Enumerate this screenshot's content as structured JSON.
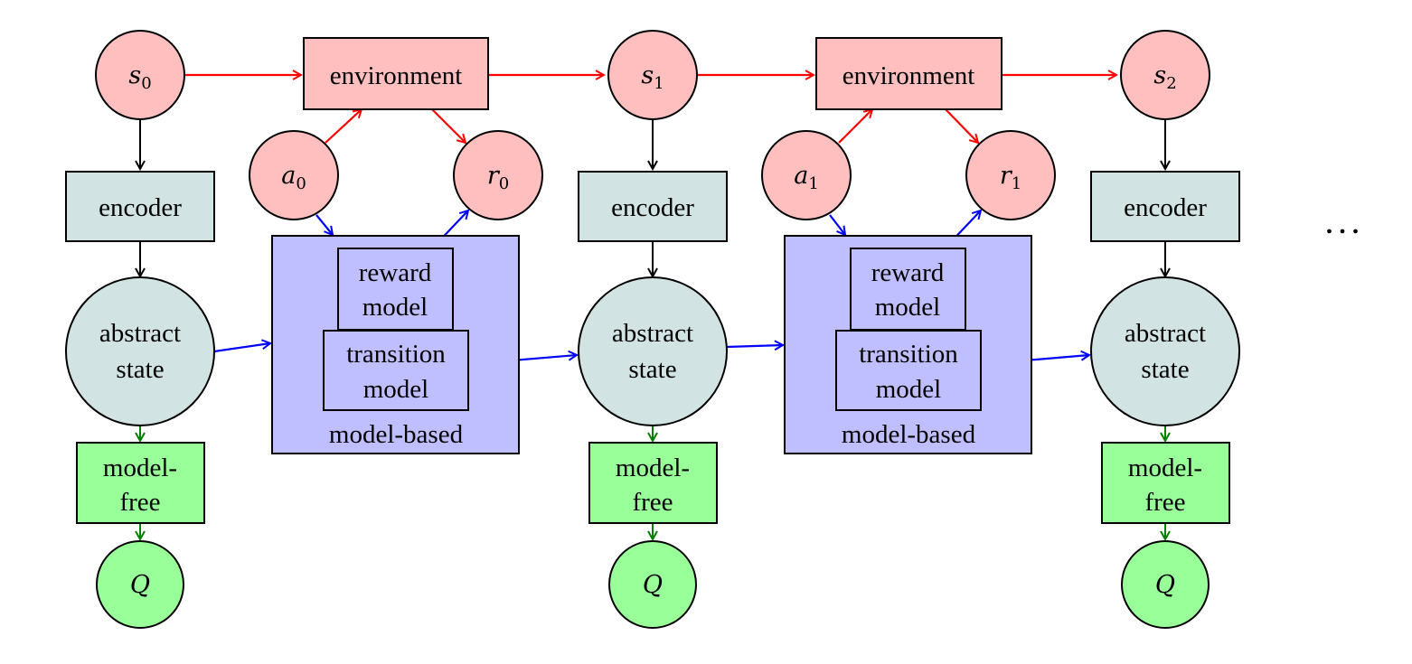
{
  "colors": {
    "env_fill": "#ffbfbf",
    "encoder_fill": "#d1e3e3",
    "model_based_fill": "#bfbfff",
    "model_free_fill": "#99ff99",
    "red_arrow": "#ff0000",
    "blue_arrow": "#0000ff",
    "green_arrow": "#008000",
    "black_arrow": "#000000"
  },
  "labels": {
    "environment": "environment",
    "encoder": "encoder",
    "abstract_state_1": "abstract",
    "abstract_state_2": "state",
    "reward_model_1": "reward",
    "reward_model_2": "model",
    "transition_model_1": "transition",
    "transition_model_2": "model",
    "model_based": "model-based",
    "model_free_1": "model-",
    "model_free_2": "free",
    "q": "Q",
    "ellipsis": ". . ."
  },
  "states": [
    {
      "letter": "s",
      "index": "0"
    },
    {
      "letter": "s",
      "index": "1"
    },
    {
      "letter": "s",
      "index": "2"
    }
  ],
  "actions": [
    {
      "letter": "a",
      "index": "0"
    },
    {
      "letter": "a",
      "index": "1"
    }
  ],
  "rewards": [
    {
      "letter": "r",
      "index": "0"
    },
    {
      "letter": "r",
      "index": "1"
    }
  ]
}
